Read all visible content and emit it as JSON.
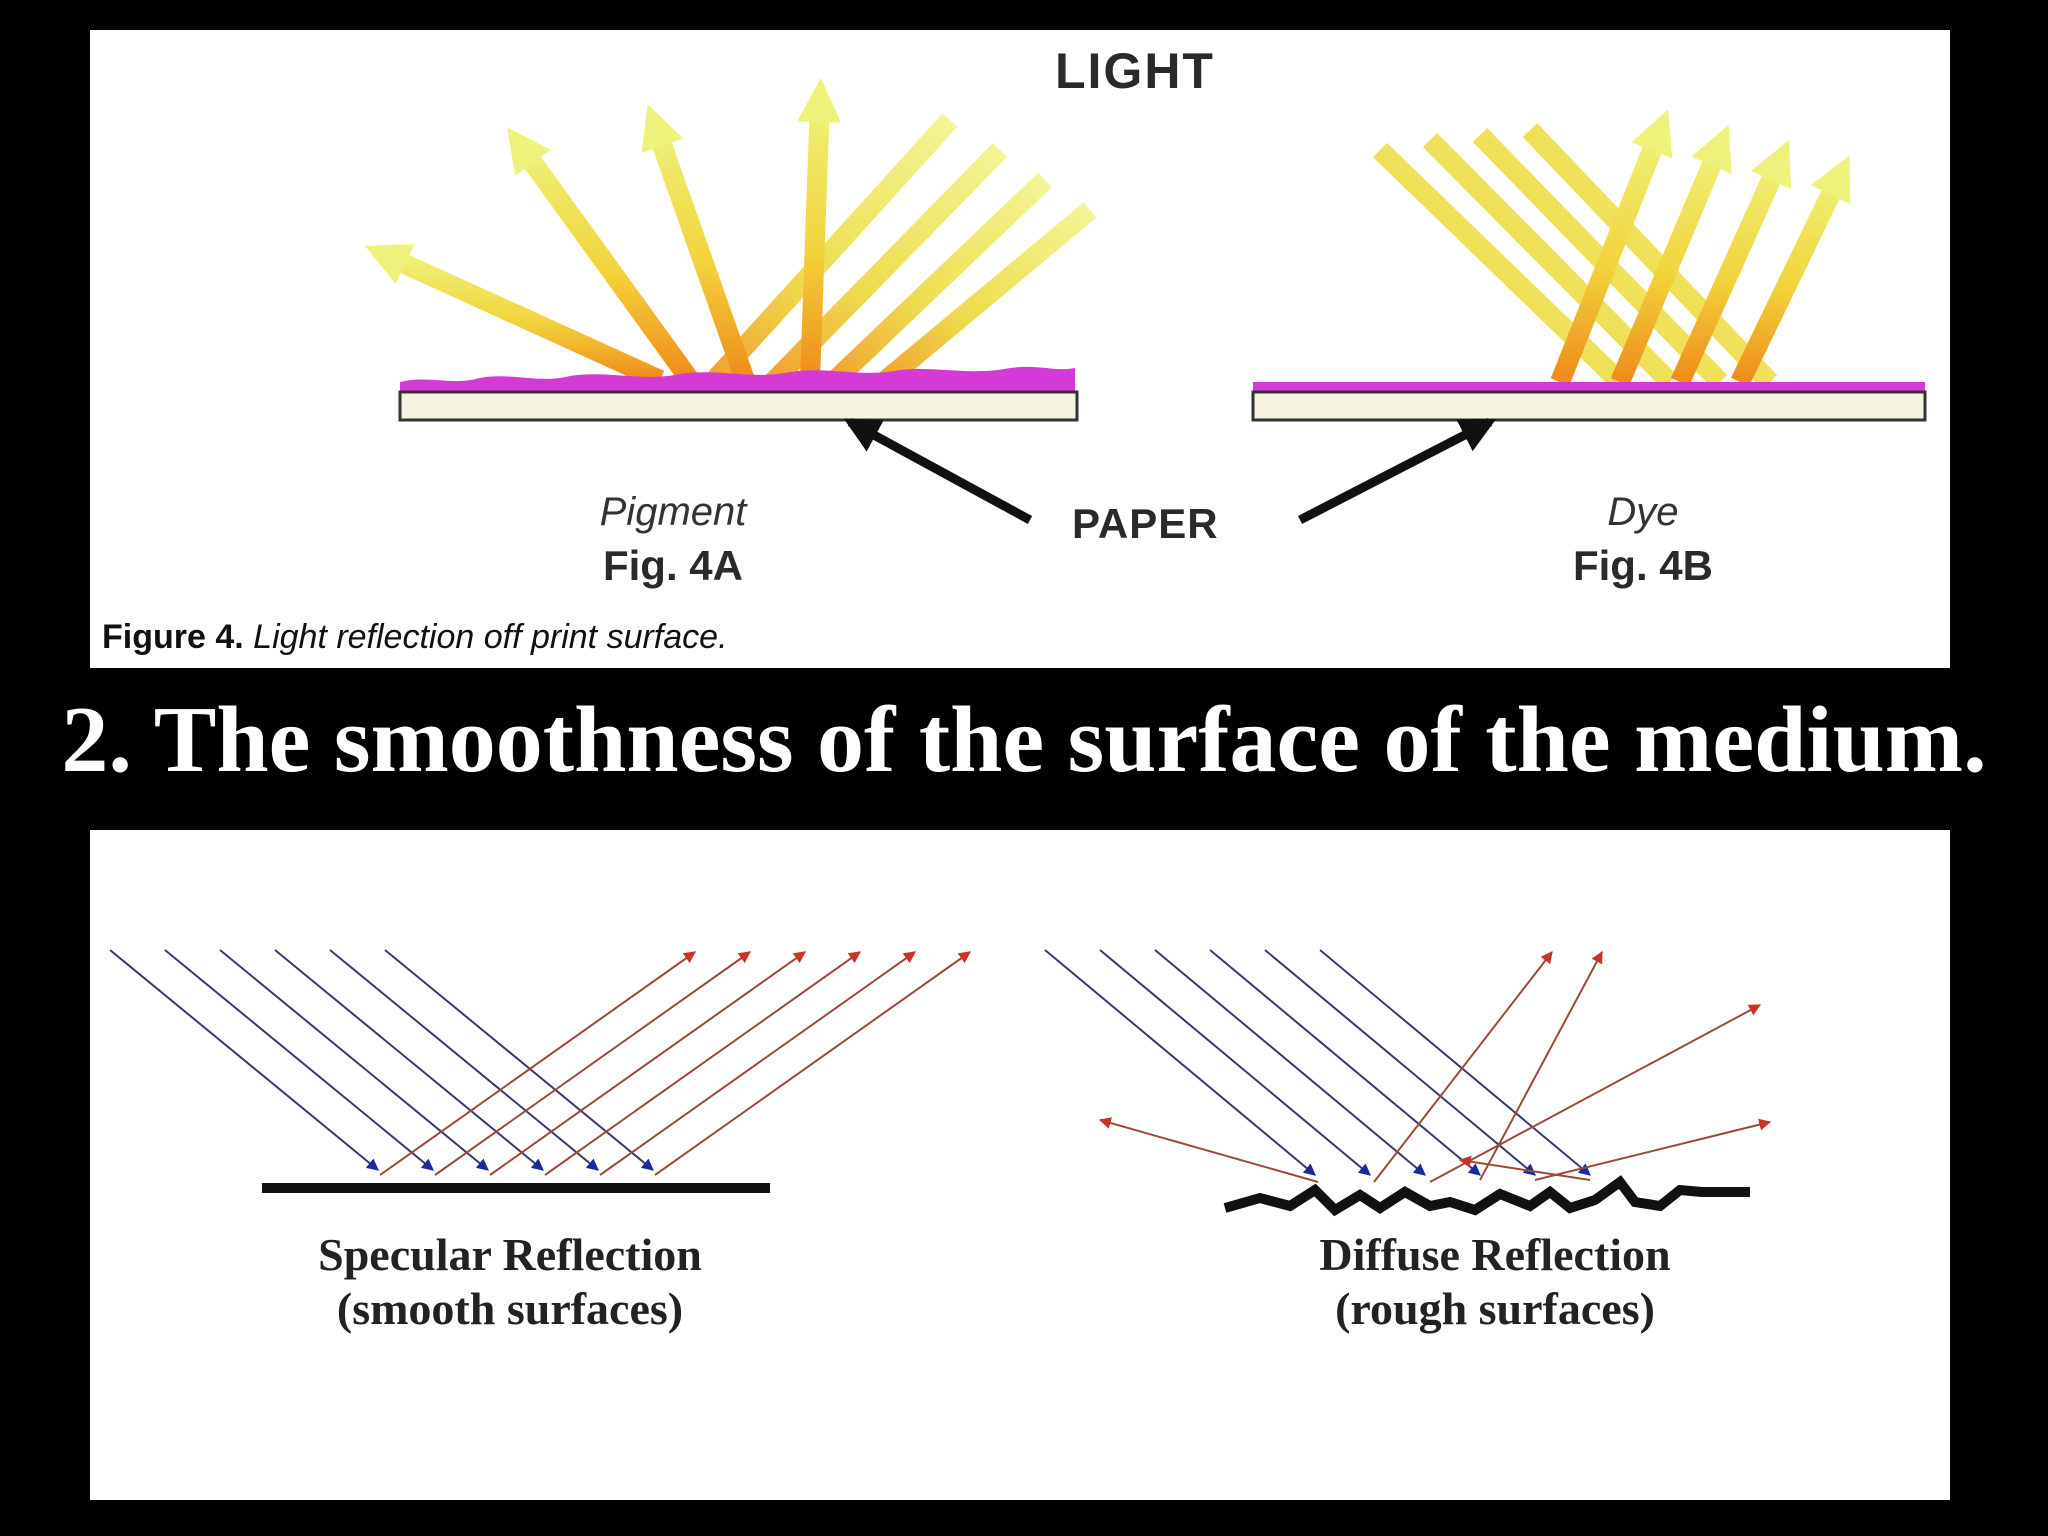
{
  "top_diagram": {
    "light_label": "LIGHT",
    "paper_label": "PAPER",
    "left": {
      "material": "Pigment",
      "figure": "Fig. 4A"
    },
    "right": {
      "material": "Dye",
      "figure": "Fig. 4B"
    },
    "caption_bold": "Figure 4.",
    "caption_text": "Light reflection off print surface."
  },
  "heading": "2. The smoothness of the surface of the medium.",
  "bottom_diagram": {
    "left": {
      "title": "Specular Reflection",
      "subtitle": "(smooth surfaces)"
    },
    "right": {
      "title": "Diffuse Reflection",
      "subtitle": "(rough surfaces)"
    }
  },
  "colors": {
    "incident_ray": "#3a3a7a",
    "reflected_ray": "#b23a2a",
    "pigment_layer": "#d63ad6",
    "light_beam": "#e8ee5a"
  }
}
